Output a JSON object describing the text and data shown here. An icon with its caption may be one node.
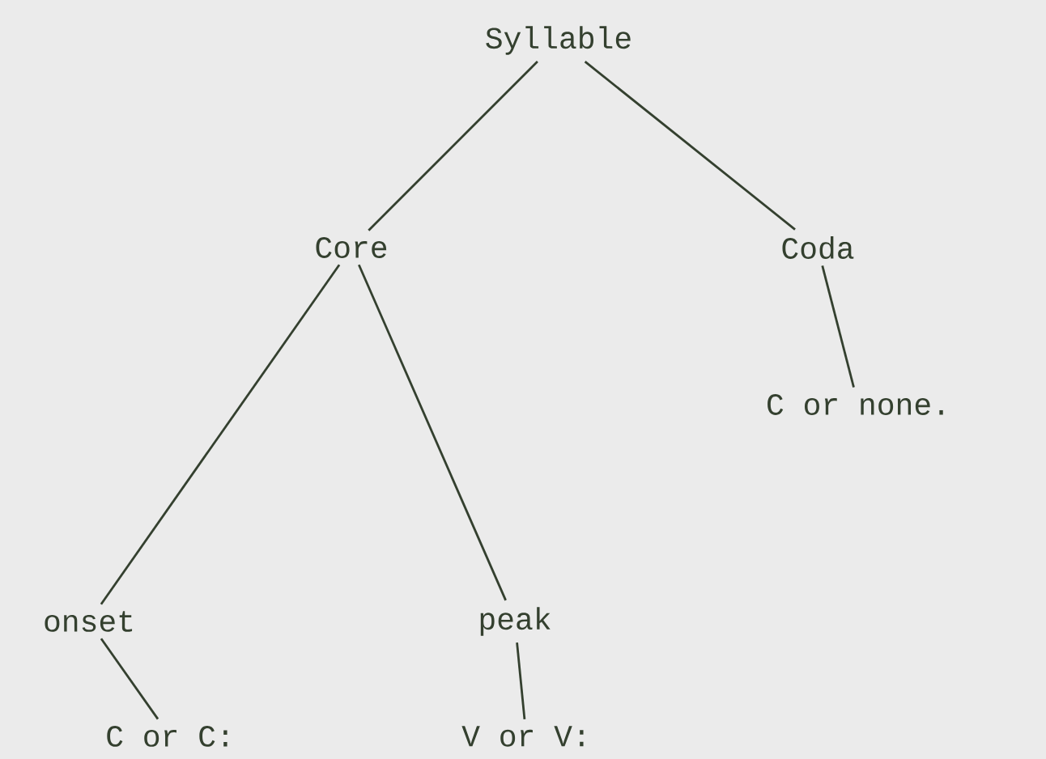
{
  "diagram": {
    "nodes": [
      {
        "text": [
          "Syllable"
        ]
      },
      {
        "text": [
          "Core"
        ]
      },
      {
        "text": [
          "Coda"
        ]
      },
      {
        "text": [
          "C or none."
        ]
      },
      {
        "text": [
          "onset"
        ]
      },
      {
        "text": [
          "peak"
        ]
      },
      {
        "text": [
          "C or C:"
        ]
      },
      {
        "text": [
          "V or V:"
        ]
      }
    ],
    "edges": [
      {
        "from": 0,
        "to": 1,
        "arrow": "none"
      },
      {
        "from": 0,
        "to": 2,
        "arrow": "none"
      },
      {
        "from": 1,
        "to": 4,
        "arrow": "none"
      },
      {
        "from": 1,
        "to": 5,
        "arrow": "none"
      },
      {
        "from": 2,
        "to": 3,
        "arrow": "none"
      },
      {
        "from": 4,
        "to": 6,
        "arrow": "none"
      },
      {
        "from": 5,
        "to": 7,
        "arrow": "none"
      }
    ]
  }
}
